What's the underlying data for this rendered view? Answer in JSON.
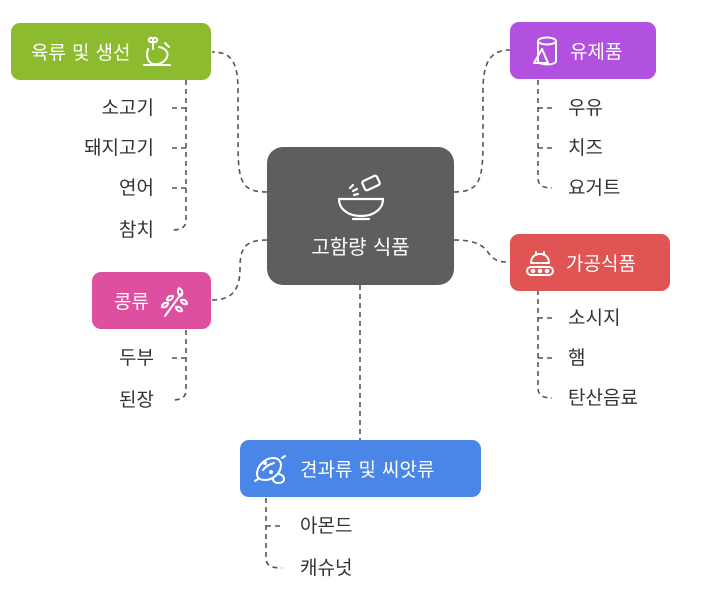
{
  "center": {
    "label": "고함량 식품",
    "icon": "salt-shaker-bowl-icon"
  },
  "categories": [
    {
      "id": "meat",
      "label": "육류 및 생선",
      "color": "#8dbb2f",
      "icon": "chicken-leg-icon",
      "items": [
        "소고기",
        "돼지고기",
        "연어",
        "참치"
      ]
    },
    {
      "id": "dairy",
      "label": "유제품",
      "color": "#b251e0",
      "icon": "milk-cheese-icon",
      "items": [
        "우유",
        "치즈",
        "요거트"
      ]
    },
    {
      "id": "legumes",
      "label": "콩류",
      "color": "#de4fa0",
      "icon": "grain-icon",
      "items": [
        "두부",
        "된장"
      ]
    },
    {
      "id": "processed",
      "label": "가공식품",
      "color": "#e05454",
      "icon": "conveyor-food-icon",
      "items": [
        "소시지",
        "햄",
        "탄산음료"
      ]
    },
    {
      "id": "nuts",
      "label": "견과류 및 씨앗류",
      "color": "#4a86e8",
      "icon": "nuts-icon",
      "items": [
        "아몬드",
        "캐슈넛"
      ]
    }
  ]
}
